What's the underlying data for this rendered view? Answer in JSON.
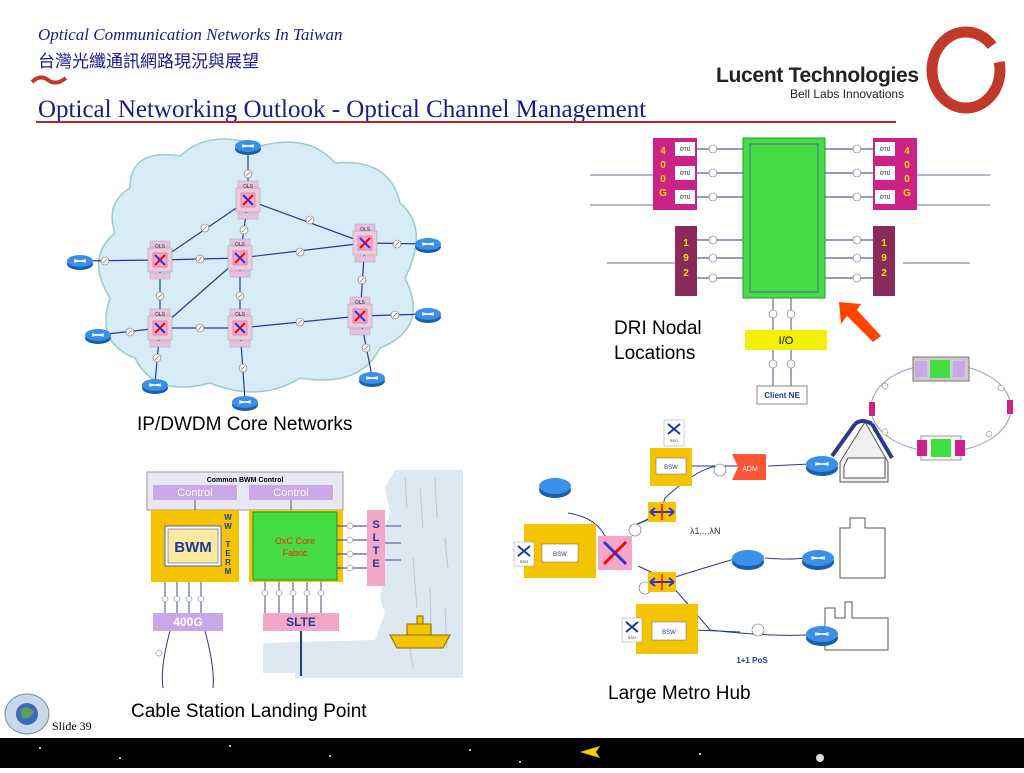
{
  "header": {
    "title_en": "Optical Communication Networks In Taiwan",
    "title_zh": "台灣光纖通訊網路現況與展望",
    "main_title": "Optical Networking Outlook - Optical Channel Management"
  },
  "brand": {
    "name": "Lucent Technologies",
    "tagline": "Bell Labs Innovations"
  },
  "core_network": {
    "caption": "IP/DWDM Core Networks",
    "node_label": "OLS"
  },
  "cable_station": {
    "caption": "Cable Station Landing Point",
    "common_control": "Common BWM Control",
    "control_1": "Control",
    "control_2": "Control",
    "bwm": "BWM",
    "wwterm_lines": [
      "W",
      "W",
      "",
      "T",
      "E",
      "R",
      "M"
    ],
    "oxc_line1": "OxC Core",
    "oxc_line2": "Fabric",
    "slte_vertical": [
      "S",
      "L",
      "T",
      "E"
    ],
    "capacity": "400G",
    "slte": "SLTE"
  },
  "dri": {
    "caption_line1": "DRI Nodal",
    "caption_line2": "Locations",
    "left_400g": [
      "4",
      "0",
      "0",
      "G"
    ],
    "right_400g": [
      "4",
      "0",
      "0",
      "G"
    ],
    "otu": "OTU",
    "left_192": [
      "1",
      "9",
      "2"
    ],
    "right_192": [
      "1",
      "9",
      "2"
    ],
    "io": "I/O",
    "client": "Client NE"
  },
  "metro_hub": {
    "caption": "Large Metro Hub",
    "bsw": "BSW",
    "adm": "ADM",
    "sso": "SSO",
    "lambda": "λ1,...λN",
    "pos": "1+1 PoS"
  },
  "footer": {
    "slide": "Slide 39"
  },
  "colors": {
    "title": "#1a1a8c",
    "rule": "#c02020",
    "magenta": "#cc2288",
    "green": "#44dd44",
    "yellow": "#f5c400",
    "lavender": "#c8a8e8",
    "pink": "#f4a8c8",
    "cloud": "#d8ecf8",
    "router": "#2a7fd8",
    "io": "#f0f000",
    "arrow": "#ff4400"
  }
}
